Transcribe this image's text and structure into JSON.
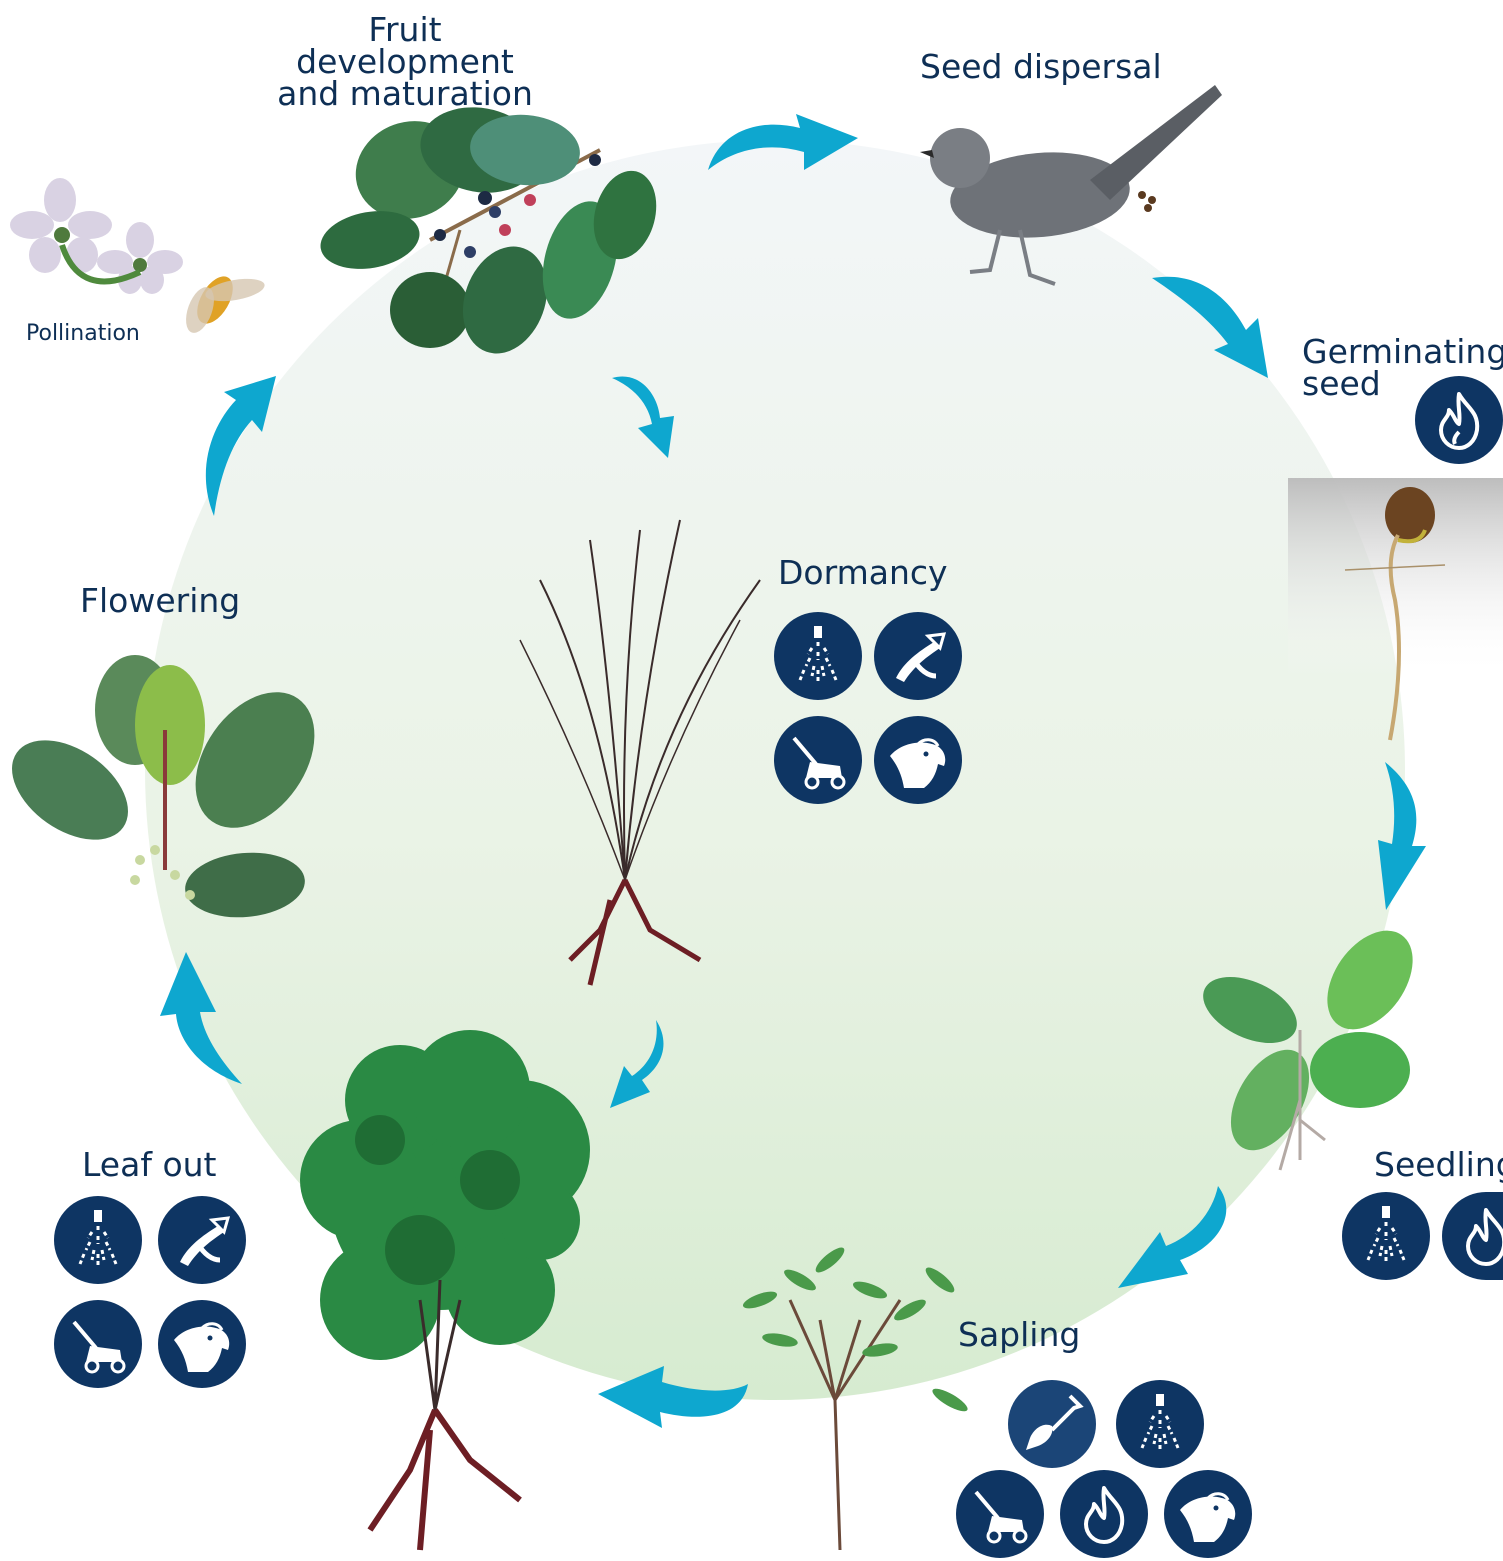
{
  "labels": {
    "fruit": "Fruit development\nand maturation",
    "seed_dispersal": "Seed dispersal",
    "pollination": "Pollination",
    "germinating": "Germinating\nseed",
    "dormancy": "Dormancy",
    "flowering": "Flowering",
    "leaf_out": "Leaf out",
    "seedling": "Seedling",
    "sapling": "Sapling"
  },
  "control_icons": {
    "germinating_seed": [
      "fire-icon"
    ],
    "dormancy": [
      "spray-icon",
      "pruner-icon",
      "mower-icon",
      "goat-icon"
    ],
    "leaf_out": [
      "spray-icon",
      "pruner-icon",
      "mower-icon",
      "goat-icon"
    ],
    "seedling": [
      "spray-icon",
      "fire-icon"
    ],
    "sapling": [
      "shovel-icon",
      "spray-icon",
      "mower-icon",
      "fire-icon",
      "goat-icon"
    ]
  },
  "colors": {
    "text": "#0e2f55",
    "icon_bg": "#0e3563",
    "arrow": "#0ea7cf",
    "circle_top": "#eef4f6",
    "circle_bottom": "#d8ecd4"
  }
}
